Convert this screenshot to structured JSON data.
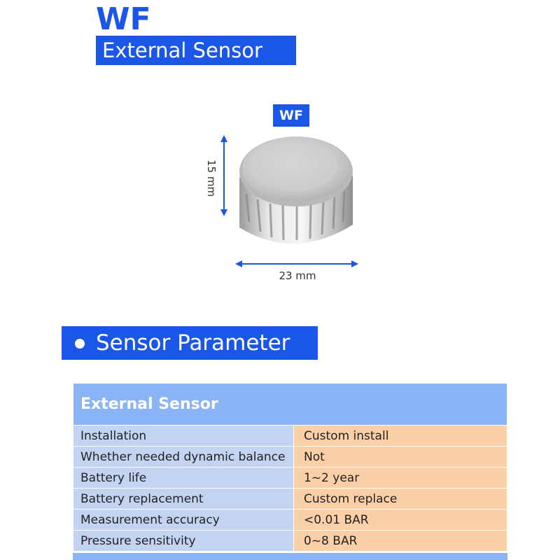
{
  "brand": "WF",
  "subtitle": "External Sensor",
  "product": {
    "badge": "WF",
    "height_label": "15 mm",
    "width_label": "23 mm"
  },
  "section": {
    "title": "Sensor Parameter"
  },
  "table": {
    "header": "External Sensor",
    "rows": [
      {
        "label": "Installation",
        "value": "Custom install"
      },
      {
        "label": "Whether needed dynamic balance",
        "value": "Not"
      },
      {
        "label": "Battery life",
        "value": "1~2 year"
      },
      {
        "label": "Battery replacement",
        "value": "Custom replace"
      },
      {
        "label": "Measurement accuracy",
        "value": "<0.01 BAR"
      },
      {
        "label": "Pressure sensitivity",
        "value": "0~8 BAR"
      }
    ]
  },
  "colors": {
    "brand_blue": "#1a56e8",
    "table_header": "#8ab4f5",
    "label_cell": "#c3d4f2",
    "value_cell": "#fbcfa8"
  }
}
